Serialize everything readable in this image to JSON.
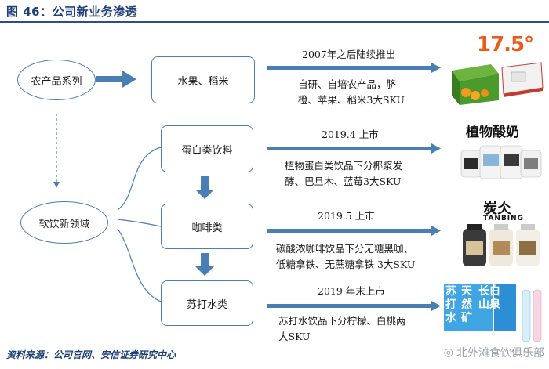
{
  "title": "图 46：公司新业务渗透",
  "source": "资料来源：公司官网、安信证券研究中心",
  "watermark": "北外滩食饮俱乐部",
  "nodes": {
    "agri": "农产品系列",
    "fruit": "水果、稻米",
    "drinks": "软饮新领域",
    "protein": "蛋白类饮料",
    "coffee": "咖啡类",
    "soda": "苏打水类"
  },
  "timeline": {
    "fruit": "2007年之后陆续推出",
    "protein": "2019.4 上市",
    "coffee": "2019.5 上市",
    "soda": "2019 年末上市"
  },
  "details": {
    "fruit_1": "自研、自培农产品，脐",
    "fruit_2": "橙、苹果、稻米3大SKU",
    "protein_1": "植物蛋白类饮品下分椰浆发",
    "protein_2": "酵、巴旦木、蓝莓3大SKU",
    "coffee_1": "碳酸浓咖啡饮品下分无糖黑咖、",
    "coffee_2": "低糖拿铁、无蔗糖拿铁 3大SKU",
    "soda_1": "苏打水饮品下分柠檬、白桃两",
    "soda_2": "大SKU"
  },
  "brands": {
    "fruit_logo": "17.5°",
    "protein_logo": "植物酸奶",
    "coffee_logo_cn": "炭仌",
    "coffee_logo_en": "TANBING",
    "soda_logo_1": "苏打水",
    "soda_logo_2": "天然矿",
    "soda_logo_3": "长白山泉"
  },
  "colors": {
    "accent": "#4a7fb5",
    "arrow": "#4a7fb5",
    "title": "#1f3f7a",
    "orange": "#e95a1c"
  }
}
